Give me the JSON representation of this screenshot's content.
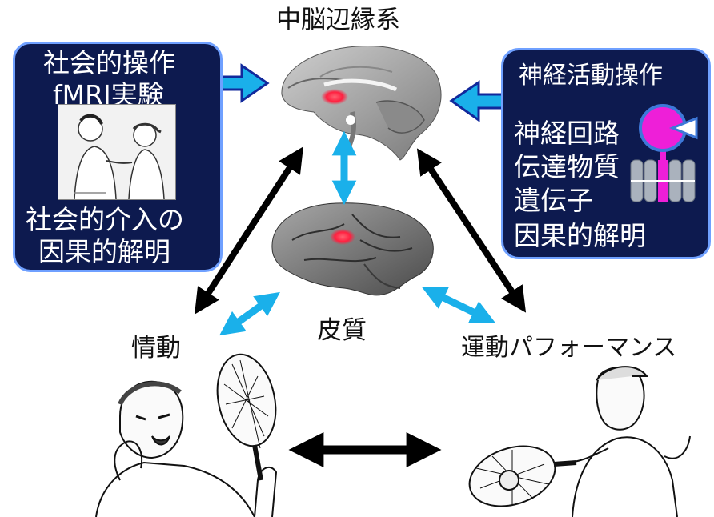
{
  "top_label": "中脳辺縁系",
  "cortex_label": "皮質",
  "emotion_label": "情動",
  "motor_label": "運動パフォーマンス",
  "left_panel": {
    "line1": "社会的操作",
    "line2": "fMRI実験",
    "line3": "社会的介入の",
    "line4": "因果的解明"
  },
  "right_panel": {
    "title": "神経活動操作",
    "items": [
      "神経回路",
      "伝達物質",
      "遺伝子",
      "因果的解明"
    ]
  },
  "colors": {
    "panel_bg": "#0d1a4f",
    "panel_border": "#6fa0ff",
    "cyan_arrow": "#1ab0ea",
    "hotspot": "#ff2040",
    "receptor_magenta": "#ee1fd8"
  }
}
